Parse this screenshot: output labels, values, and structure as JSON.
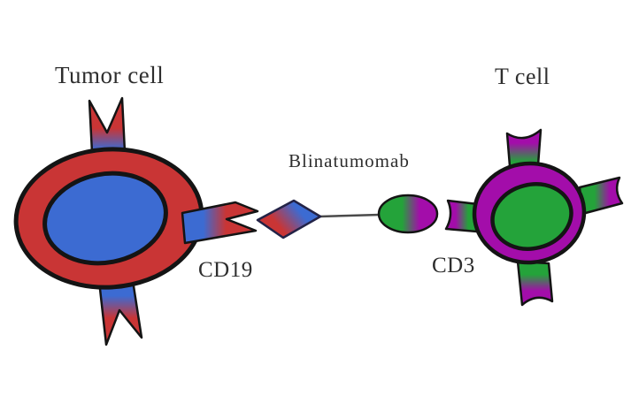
{
  "diagram": {
    "title": "Blinatumomab bispecific T-cell engager diagram",
    "tumor_cell_label": "Tumor cell",
    "t_cell_label": "T cell",
    "molecule_label": "Blinatumomab",
    "cd19_label": "CD19",
    "cd3_label": "CD3"
  },
  "colors": {
    "background": "#ffffff",
    "tumor_cell_red": "#c93535",
    "nucleus_blue": "#3c6bd2",
    "tcell_magenta": "#a30daa",
    "tcell_green": "#24a33a",
    "outline_black": "#141414",
    "diamond_outline": "#232347",
    "connector_gray": "#4a4a4a",
    "label_color": "#2e2e2e"
  }
}
